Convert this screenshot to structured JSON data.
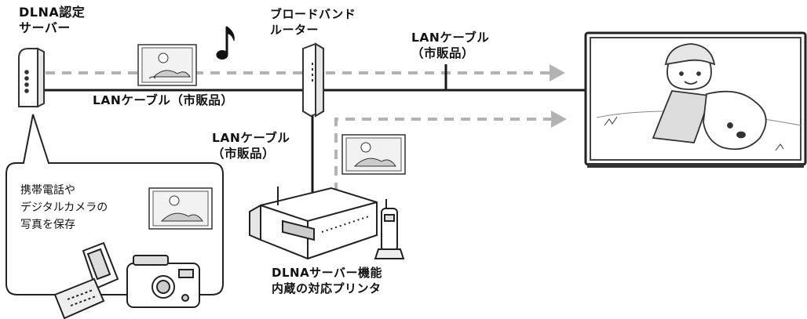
{
  "labels": {
    "dlna_server": "DLNA認定\nサーバー",
    "router": "ブロードバンド\nルーター",
    "lan_cable_top_right": "LANケーブル\n（市販品）",
    "lan_cable_middle": "LANケーブル（市販品）",
    "lan_cable_printer": "LANケーブル\n（市販品）",
    "callout_text": "携帯電話や\nデジタルカメラの\n写真を保存",
    "printer": "DLNAサーバー機能\n内蔵の対応プリンタ"
  },
  "colors": {
    "cable": "#1a1a1a",
    "data_flow_arrow": "#b3b3b3",
    "device_outline": "#333333"
  }
}
